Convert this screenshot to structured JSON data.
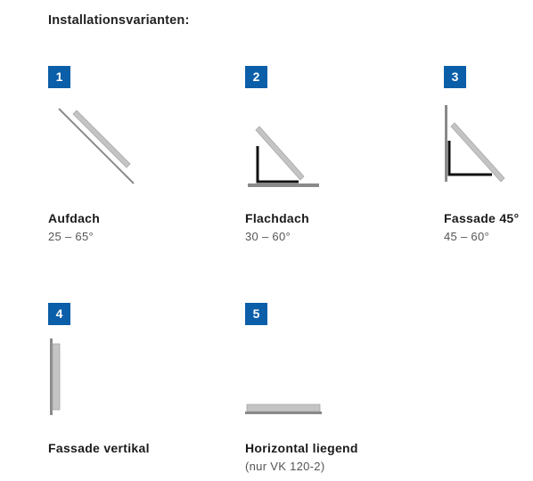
{
  "heading": "Installationsvarianten:",
  "items": [
    {
      "number": "1",
      "title": "Aufdach",
      "subtitle": "25 – 65°"
    },
    {
      "number": "2",
      "title": "Flachdach",
      "subtitle": "30 – 60°"
    },
    {
      "number": "3",
      "title": "Fassade 45°",
      "subtitle": "45 – 60°"
    },
    {
      "number": "4",
      "title": "Fassade vertikal",
      "subtitle": ""
    },
    {
      "number": "5",
      "title": "Horizontal liegend",
      "subtitle": "(nur VK 120-2)"
    }
  ],
  "colors": {
    "badge": "#0b5ea8",
    "collector": "#c4c4c4",
    "frame": "#111111",
    "surface": "#8a8a8a"
  }
}
